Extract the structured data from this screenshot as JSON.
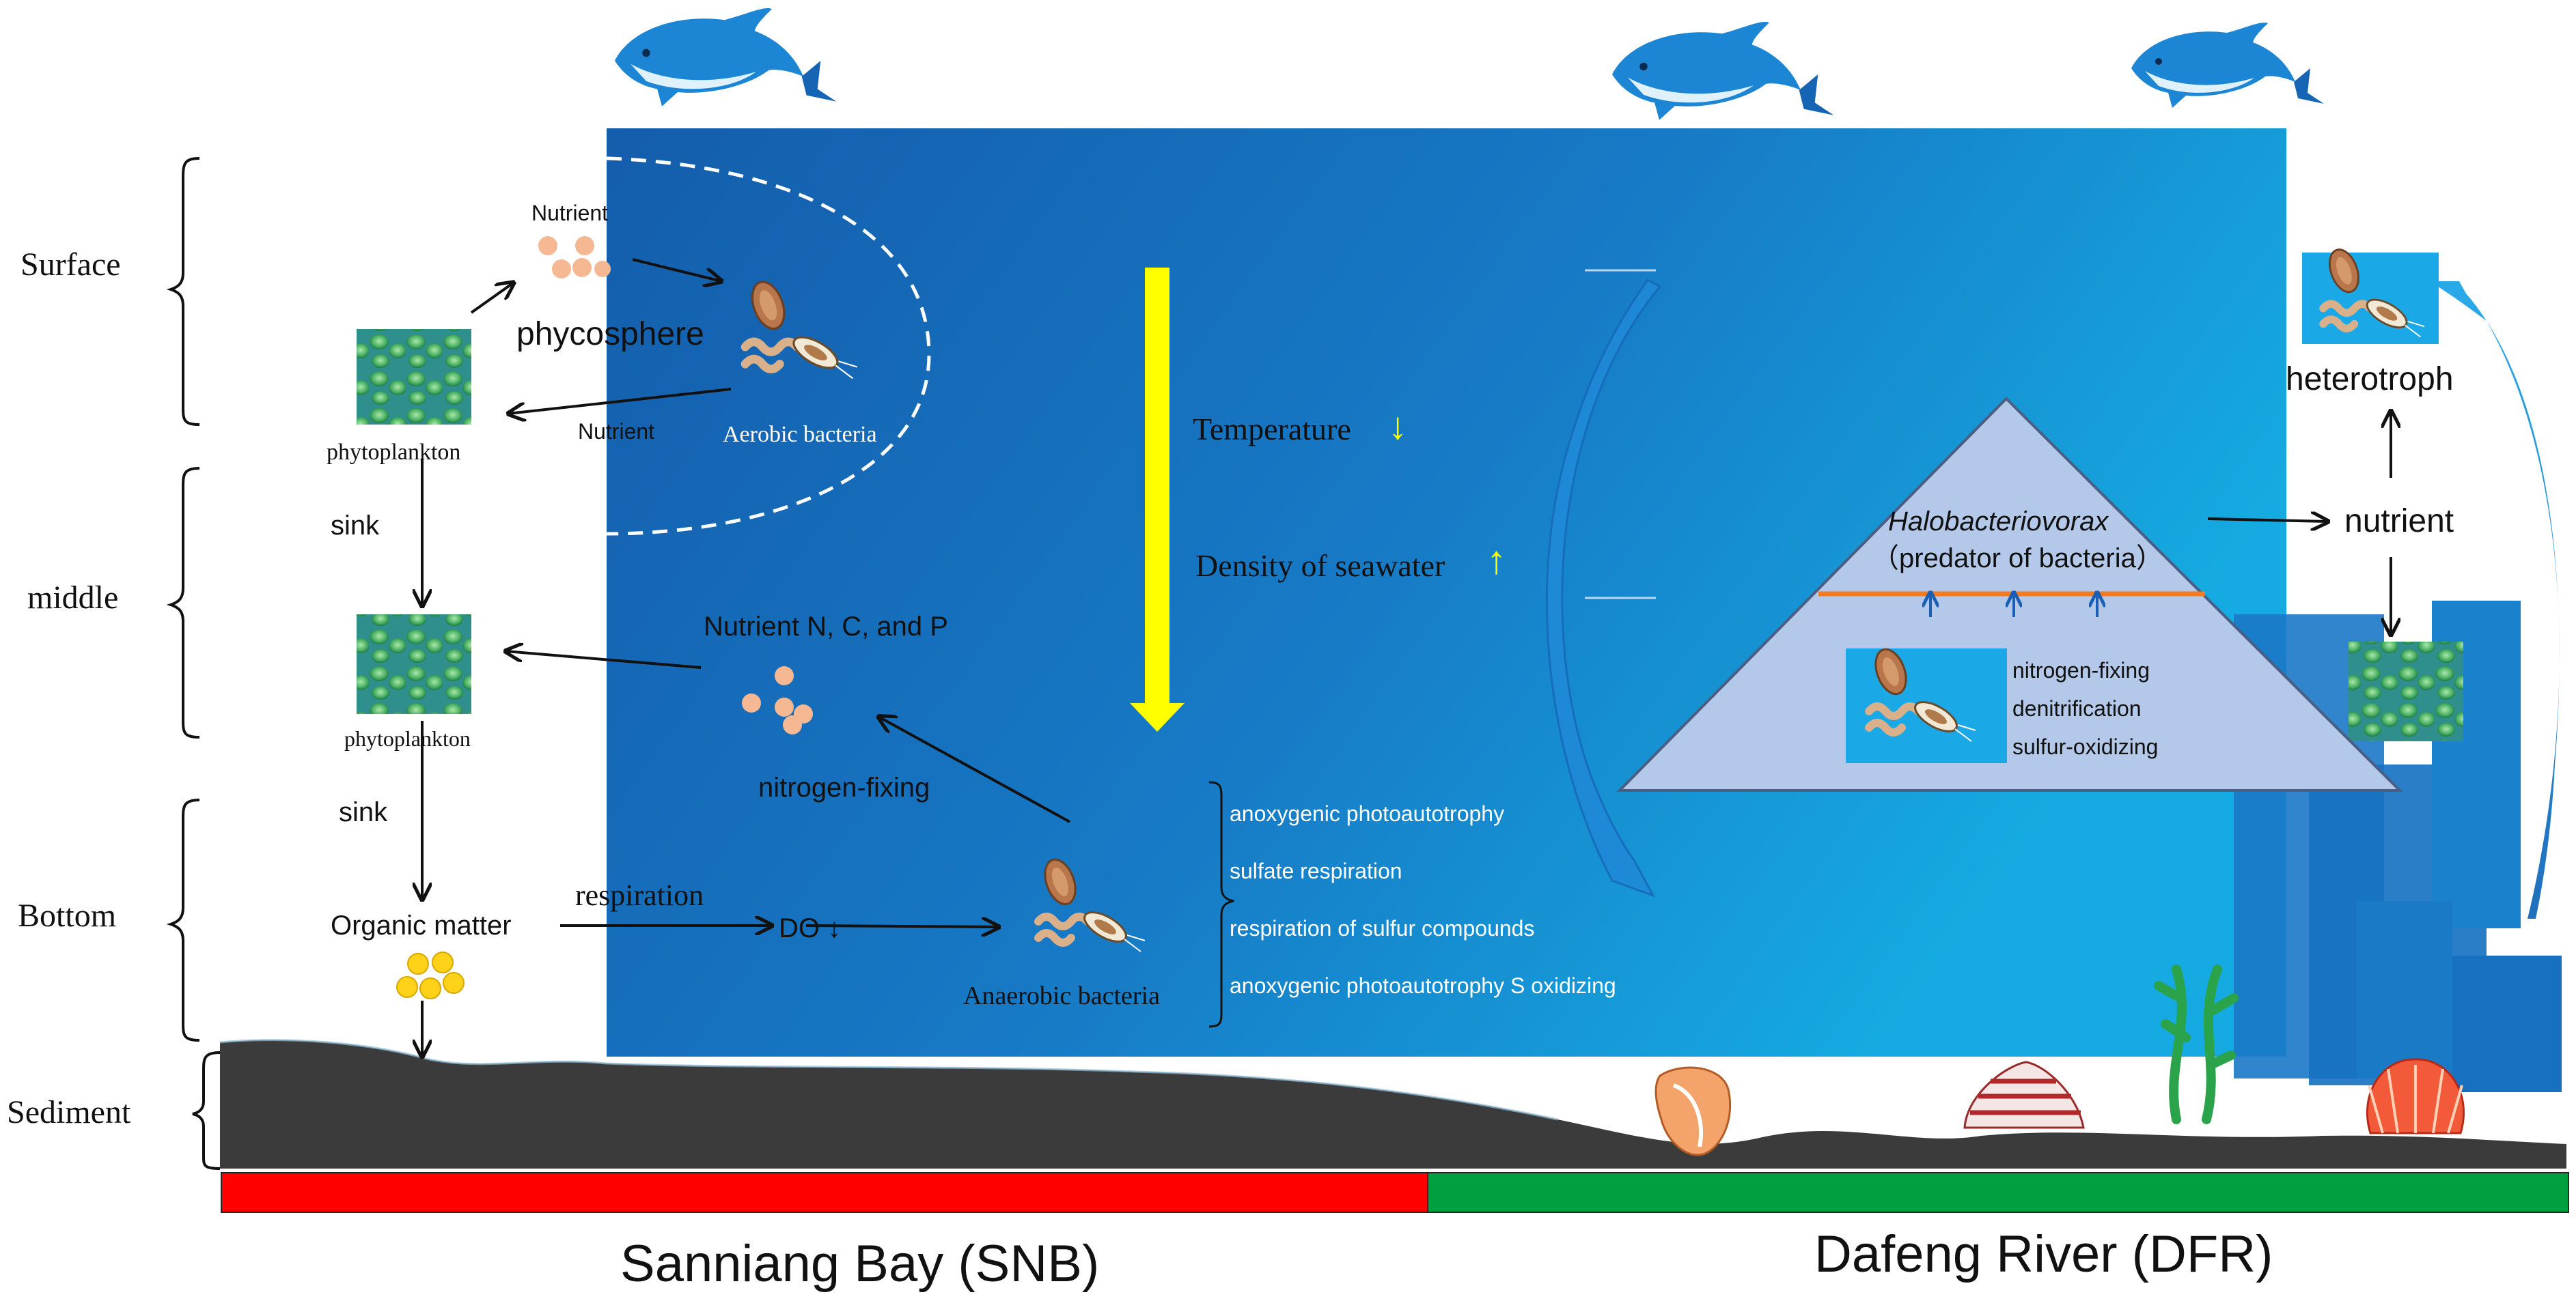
{
  "zones": {
    "surface": "Surface",
    "middle": "middle",
    "bottom": "Bottom",
    "sediment": "Sediment"
  },
  "left": {
    "nutrient_top": "Nutrient",
    "phycosphere": "phycosphere",
    "nutrient_back": "Nutrient",
    "aerobic_bacteria": "Aerobic bacteria",
    "phytoplankton_1": "phytoplankton",
    "sink_1": "sink",
    "phytoplankton_2": "phytoplankton",
    "sink_2": "sink",
    "nutrient_ncp": "Nutrient N, C, and P",
    "nitrogen_fixing": "nitrogen-fixing",
    "organic_matter": "Organic matter",
    "respiration": "respiration",
    "do_down": "DO ↓",
    "anaerobic_bacteria": "Anaerobic bacteria"
  },
  "gradient": {
    "temperature": "Temperature",
    "temperature_arrow": "↓",
    "density": "Density of seawater",
    "density_arrow": "↑"
  },
  "processes": [
    "anoxygenic photoautotrophy",
    "sulfate respiration",
    "respiration of sulfur compounds",
    "anoxygenic photoautotrophy S oxidizing"
  ],
  "right": {
    "predator_name": "Halobacteriovorax",
    "predator_desc": "（predator of bacteria）",
    "nitrogen_fixing": "nitrogen-fixing",
    "denitrification": "denitrification",
    "sulfur_oxidizing": "sulfur-oxidizing",
    "heterotroph": "heterotroph",
    "nutrient": "nutrient"
  },
  "regions": {
    "snb": "Sanniang Bay (SNB)",
    "dfr": "Dafeng River (DFR)"
  },
  "colors": {
    "ocean_deep": "#1763b3",
    "ocean_light": "#18b6ea",
    "sediment": "#3d3d3d",
    "snb_bar": "#ff0000",
    "dfr_bar": "#00a040",
    "gradient_arrow": "#ffff00",
    "pyramid": "#b4c9e9",
    "divider": "#f27b25"
  }
}
